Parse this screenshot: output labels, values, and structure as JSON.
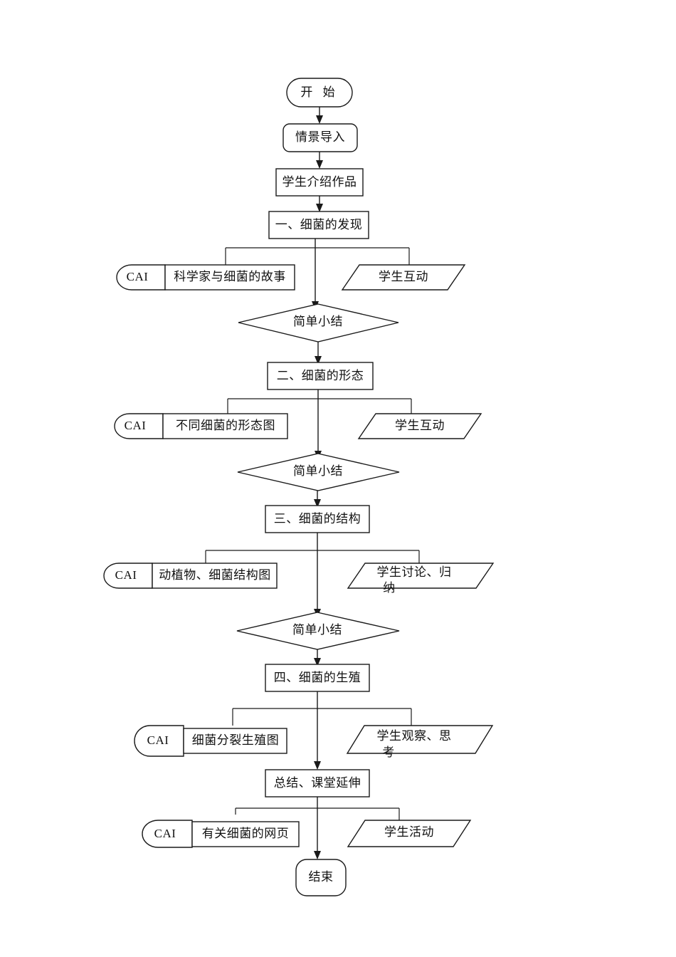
{
  "document": {
    "type": "flowchart",
    "title": "细菌教学流程图",
    "language": "zh-CN",
    "background_color": "#ffffff",
    "line_color": "#1a1a1a",
    "text_color": "#111111"
  },
  "nodes": {
    "start": {
      "label": "开  始",
      "shape": "stadium"
    },
    "intro": {
      "label": "情景导入",
      "shape": "rounded-rect"
    },
    "student_present": {
      "label": "学生介绍作品",
      "shape": "rect"
    },
    "section1": {
      "label": "一、细菌的发现",
      "shape": "rect"
    },
    "cai1": {
      "tag": "CAI",
      "label": "科学家与细菌的故事",
      "shape": "cai"
    },
    "interact1": {
      "label": "学生互动",
      "shape": "parallelogram"
    },
    "summary1": {
      "label": "简单小结",
      "shape": "diamond"
    },
    "section2": {
      "label": "二、细菌的形态",
      "shape": "rect"
    },
    "cai2": {
      "tag": "CAI",
      "label": "不同细菌的形态图",
      "shape": "cai"
    },
    "interact2": {
      "label": "学生互动",
      "shape": "parallelogram"
    },
    "summary2": {
      "label": "简单小结",
      "shape": "diamond"
    },
    "section3": {
      "label": "三、细菌的结构",
      "shape": "rect"
    },
    "cai3": {
      "tag": "CAI",
      "label": "动植物、细菌结构图",
      "shape": "cai"
    },
    "interact3": {
      "label_line1": "学生讨论、归",
      "label_line2": "纳",
      "shape": "parallelogram"
    },
    "summary3": {
      "label": "简单小结",
      "shape": "diamond"
    },
    "section4": {
      "label": "四、细菌的生殖",
      "shape": "rect"
    },
    "cai4": {
      "tag": "CAI",
      "label": "细菌分裂生殖图",
      "shape": "cai"
    },
    "interact4": {
      "label_line1": "学生观察、思",
      "label_line2": "考",
      "shape": "parallelogram"
    },
    "conclusion": {
      "label": "总结、课堂延伸",
      "shape": "rect"
    },
    "cai5": {
      "tag": "CAI",
      "label": "有关细菌的网页",
      "shape": "cai"
    },
    "interact5": {
      "label": "学生活动",
      "shape": "parallelogram"
    },
    "end": {
      "label": "结束",
      "shape": "rounded-rect"
    }
  }
}
